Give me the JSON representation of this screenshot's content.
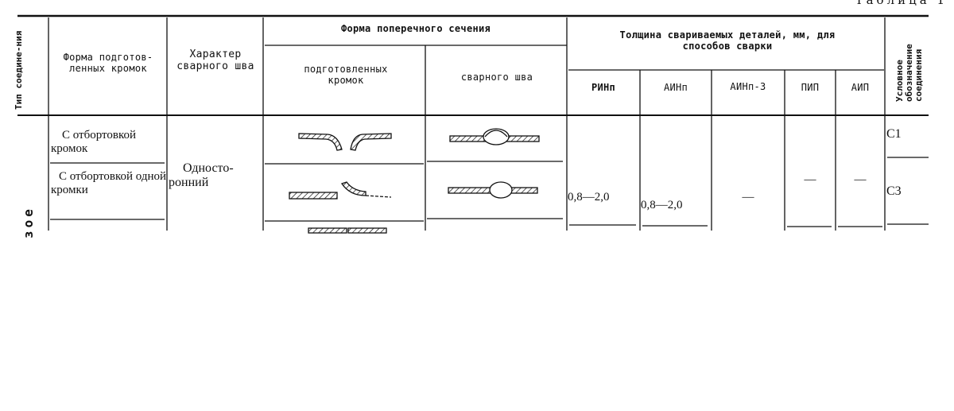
{
  "table_label": "Таблица 1",
  "headers": {
    "joint_type": "Тип соедине-ния",
    "edge_form": "Форма подготов-ленных кромок",
    "weld_character": "Характер сварного шва",
    "cross_section": "Форма поперечного сечения",
    "prepared_edges": "подготовленных кромок",
    "weld_seam": "сварного шва",
    "thickness": "Толщина свариваемых деталей, мм, для способов сварки",
    "methods": [
      "РИНп",
      "АИНп",
      "АИНп-3",
      "ПИП",
      "АИП"
    ],
    "designation": "Условное обозначение соединения"
  },
  "group_label": "зое",
  "weld_character_value": "Односто-ронний",
  "rows": [
    {
      "edge_form": "С отбортовкой кромок",
      "designation": "С1"
    },
    {
      "edge_form": "С отбортовкой одной кромки",
      "designation": "С3"
    }
  ],
  "values": {
    "rinp": "0,8—2,0",
    "ainp": "0,8—2,0",
    "ainp3": "—",
    "pip": "—",
    "aip": "—"
  }
}
